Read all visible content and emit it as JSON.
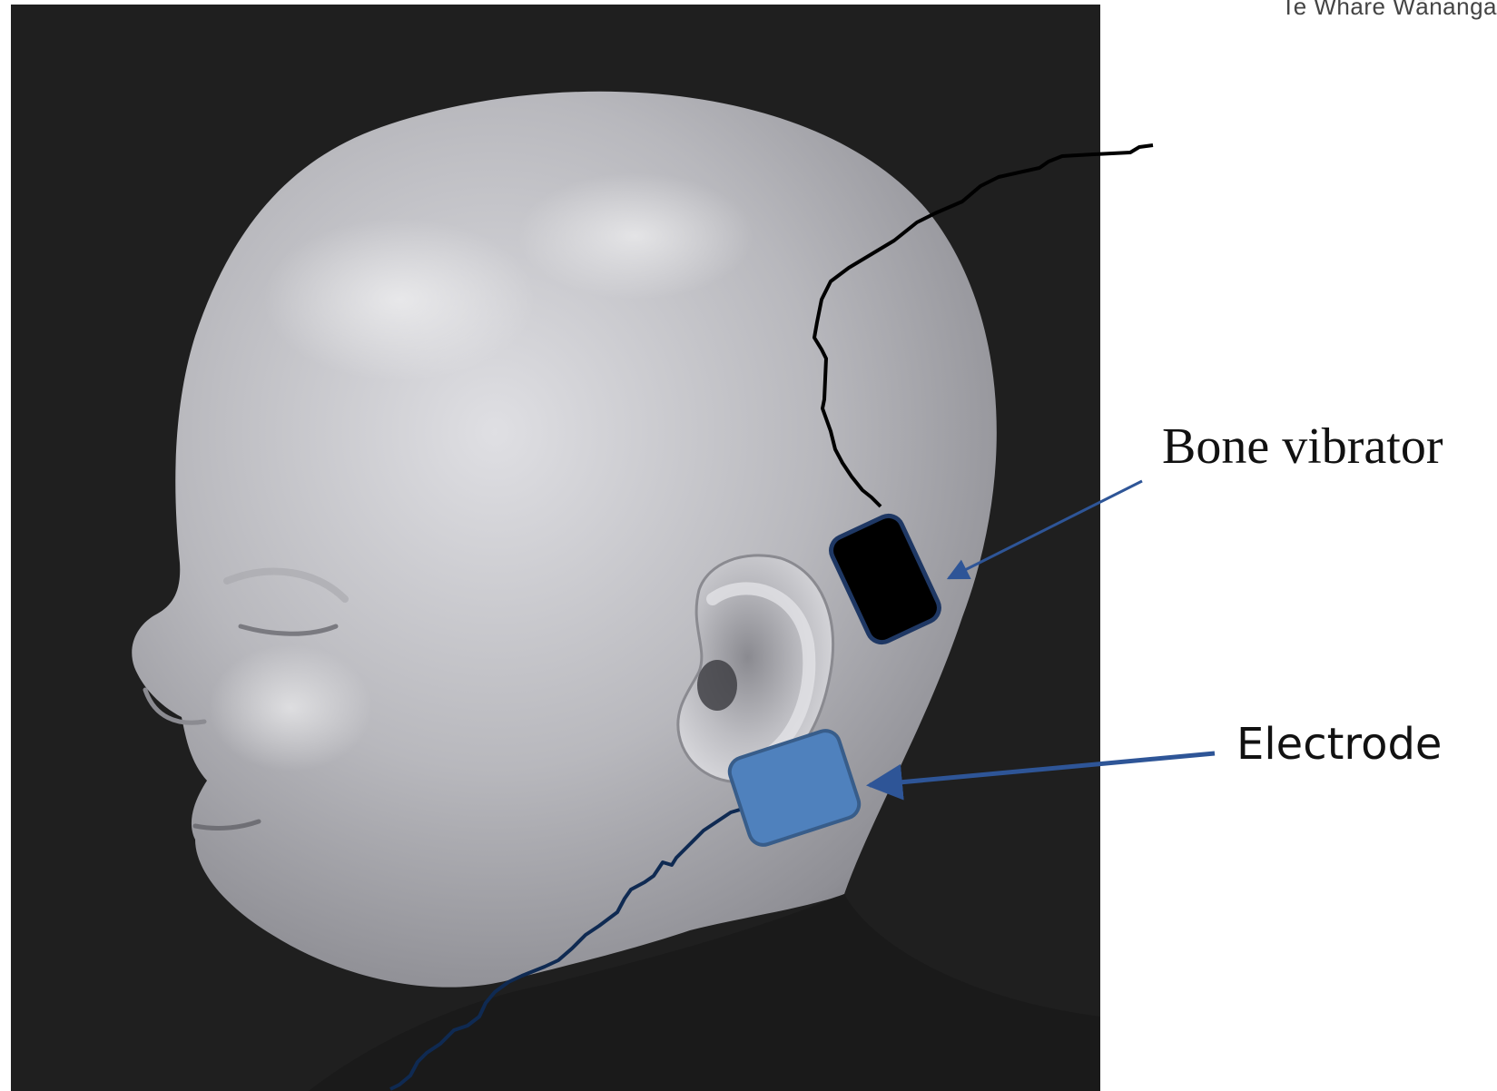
{
  "header": {
    "text": "Te Whare Wānanga"
  },
  "labels": {
    "bone_vibrator": "Bone vibrator",
    "electrode": "Electrode"
  },
  "colors": {
    "background_panel": "#1f1f1f",
    "head": "#bdbdc2",
    "bone_vibrator": "#000000",
    "bone_vibrator_border": "#1f3864",
    "electrode": "#4f81bd",
    "electrode_border": "#385d8a",
    "arrow": "#2e5597",
    "vibrator_cable": "#000000",
    "electrode_cable": "#0f2a52"
  }
}
